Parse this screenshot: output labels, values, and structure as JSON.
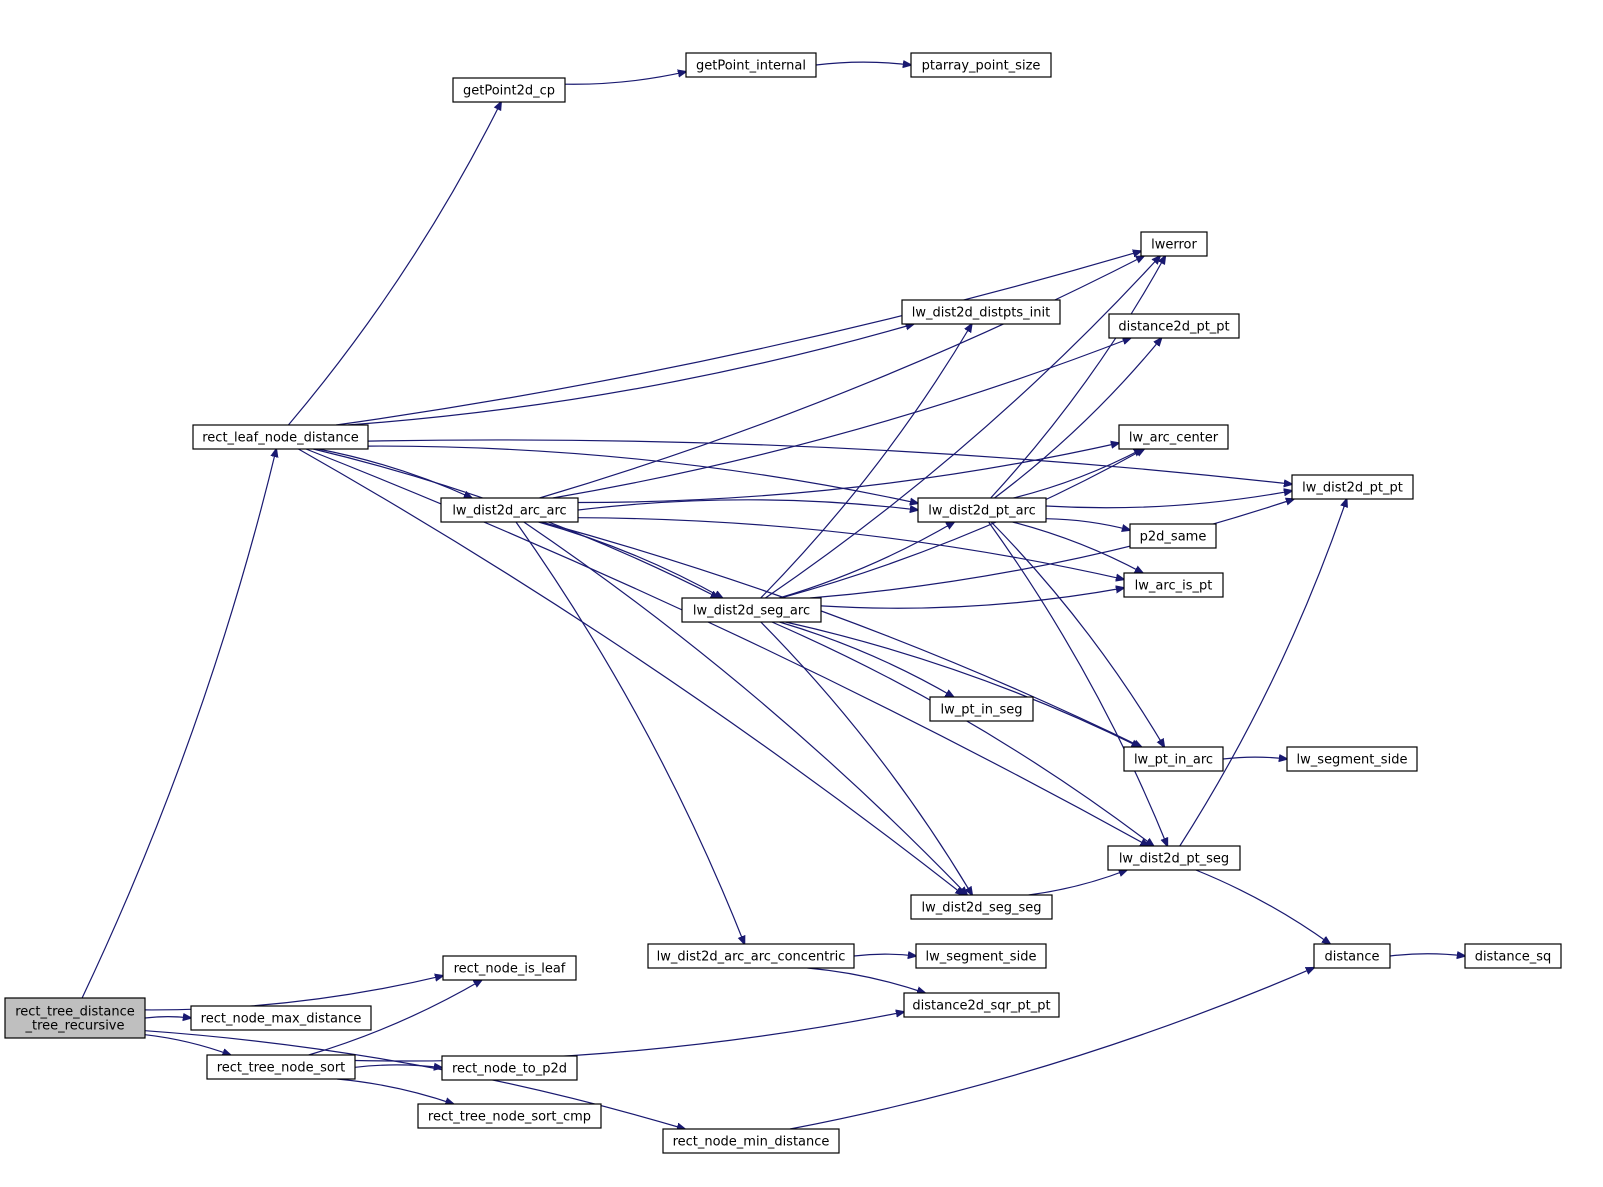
{
  "graph": {
    "nodes": [
      {
        "id": "root",
        "lines": [
          "rect_tree_distance",
          "_tree_recursive"
        ],
        "highlight": true
      },
      {
        "id": "leafdist",
        "lines": [
          "rect_leaf_node_distance"
        ]
      },
      {
        "id": "getp2d",
        "lines": [
          "getPoint2d_cp"
        ]
      },
      {
        "id": "getpint",
        "lines": [
          "getPoint_internal"
        ]
      },
      {
        "id": "ptsize",
        "lines": [
          "ptarray_point_size"
        ]
      },
      {
        "id": "lwerror",
        "lines": [
          "lwerror"
        ]
      },
      {
        "id": "distinit",
        "lines": [
          "lw_dist2d_distpts_init"
        ]
      },
      {
        "id": "d2ptpt",
        "lines": [
          "distance2d_pt_pt"
        ]
      },
      {
        "id": "arccenter",
        "lines": [
          "lw_arc_center"
        ]
      },
      {
        "id": "lwptpt",
        "lines": [
          "lw_dist2d_pt_pt"
        ]
      },
      {
        "id": "arcarc",
        "lines": [
          "lw_dist2d_arc_arc"
        ]
      },
      {
        "id": "ptarc",
        "lines": [
          "lw_dist2d_pt_arc"
        ]
      },
      {
        "id": "p2dsame",
        "lines": [
          "p2d_same"
        ]
      },
      {
        "id": "arcispt",
        "lines": [
          "lw_arc_is_pt"
        ]
      },
      {
        "id": "segarc",
        "lines": [
          "lw_dist2d_seg_arc"
        ]
      },
      {
        "id": "ptinseg",
        "lines": [
          "lw_pt_in_seg"
        ]
      },
      {
        "id": "ptinarc",
        "lines": [
          "lw_pt_in_arc"
        ]
      },
      {
        "id": "segside1",
        "lines": [
          "lw_segment_side"
        ]
      },
      {
        "id": "ptseg",
        "lines": [
          "lw_dist2d_pt_seg"
        ]
      },
      {
        "id": "segseg",
        "lines": [
          "lw_dist2d_seg_seg"
        ]
      },
      {
        "id": "concentric",
        "lines": [
          "lw_dist2d_arc_arc_concentric"
        ]
      },
      {
        "id": "segside2",
        "lines": [
          "lw_segment_side"
        ]
      },
      {
        "id": "distance",
        "lines": [
          "distance"
        ]
      },
      {
        "id": "distsq",
        "lines": [
          "distance_sq"
        ]
      },
      {
        "id": "sqrptpt",
        "lines": [
          "distance2d_sqr_pt_pt"
        ]
      },
      {
        "id": "isleaf",
        "lines": [
          "rect_node_is_leaf"
        ]
      },
      {
        "id": "maxdist",
        "lines": [
          "rect_node_max_distance"
        ]
      },
      {
        "id": "nodesort",
        "lines": [
          "rect_tree_node_sort"
        ]
      },
      {
        "id": "top2d",
        "lines": [
          "rect_node_to_p2d"
        ]
      },
      {
        "id": "sortcmp",
        "lines": [
          "rect_tree_node_sort_cmp"
        ]
      },
      {
        "id": "mindist",
        "lines": [
          "rect_node_min_distance"
        ]
      }
    ],
    "edges": [
      [
        "root",
        "leafdist"
      ],
      [
        "root",
        "isleaf"
      ],
      [
        "root",
        "maxdist"
      ],
      [
        "root",
        "nodesort"
      ],
      [
        "root",
        "mindist"
      ],
      [
        "leafdist",
        "getp2d"
      ],
      [
        "leafdist",
        "lwptpt"
      ],
      [
        "leafdist",
        "lwerror"
      ],
      [
        "leafdist",
        "distinit"
      ],
      [
        "leafdist",
        "ptarc"
      ],
      [
        "leafdist",
        "arcarc"
      ],
      [
        "leafdist",
        "segarc"
      ],
      [
        "leafdist",
        "segseg"
      ],
      [
        "leafdist",
        "ptseg"
      ],
      [
        "getp2d",
        "getpint"
      ],
      [
        "getpint",
        "ptsize"
      ],
      [
        "arcarc",
        "lwerror"
      ],
      [
        "arcarc",
        "d2ptpt"
      ],
      [
        "arcarc",
        "arccenter"
      ],
      [
        "arcarc",
        "ptarc"
      ],
      [
        "arcarc",
        "arcispt"
      ],
      [
        "arcarc",
        "segarc"
      ],
      [
        "arcarc",
        "ptinarc"
      ],
      [
        "arcarc",
        "segseg"
      ],
      [
        "arcarc",
        "concentric"
      ],
      [
        "ptarc",
        "lwerror"
      ],
      [
        "ptarc",
        "d2ptpt"
      ],
      [
        "ptarc",
        "arccenter"
      ],
      [
        "ptarc",
        "lwptpt"
      ],
      [
        "ptarc",
        "p2dsame"
      ],
      [
        "ptarc",
        "arcispt"
      ],
      [
        "ptarc",
        "ptinarc"
      ],
      [
        "ptarc",
        "ptseg"
      ],
      [
        "segarc",
        "distinit"
      ],
      [
        "segarc",
        "lwerror"
      ],
      [
        "segarc",
        "arccenter"
      ],
      [
        "segarc",
        "ptarc"
      ],
      [
        "segarc",
        "arcispt"
      ],
      [
        "segarc",
        "lwptpt"
      ],
      [
        "segarc",
        "ptinseg"
      ],
      [
        "segarc",
        "ptinarc"
      ],
      [
        "segarc",
        "ptseg"
      ],
      [
        "segarc",
        "segseg"
      ],
      [
        "ptinarc",
        "segside1"
      ],
      [
        "ptseg",
        "lwptpt"
      ],
      [
        "ptseg",
        "distance"
      ],
      [
        "segseg",
        "ptseg"
      ],
      [
        "concentric",
        "segside2"
      ],
      [
        "concentric",
        "sqrptpt"
      ],
      [
        "distance",
        "distsq"
      ],
      [
        "nodesort",
        "isleaf"
      ],
      [
        "nodesort",
        "sqrptpt"
      ],
      [
        "nodesort",
        "top2d"
      ],
      [
        "nodesort",
        "sortcmp"
      ],
      [
        "mindist",
        "distance"
      ]
    ]
  }
}
